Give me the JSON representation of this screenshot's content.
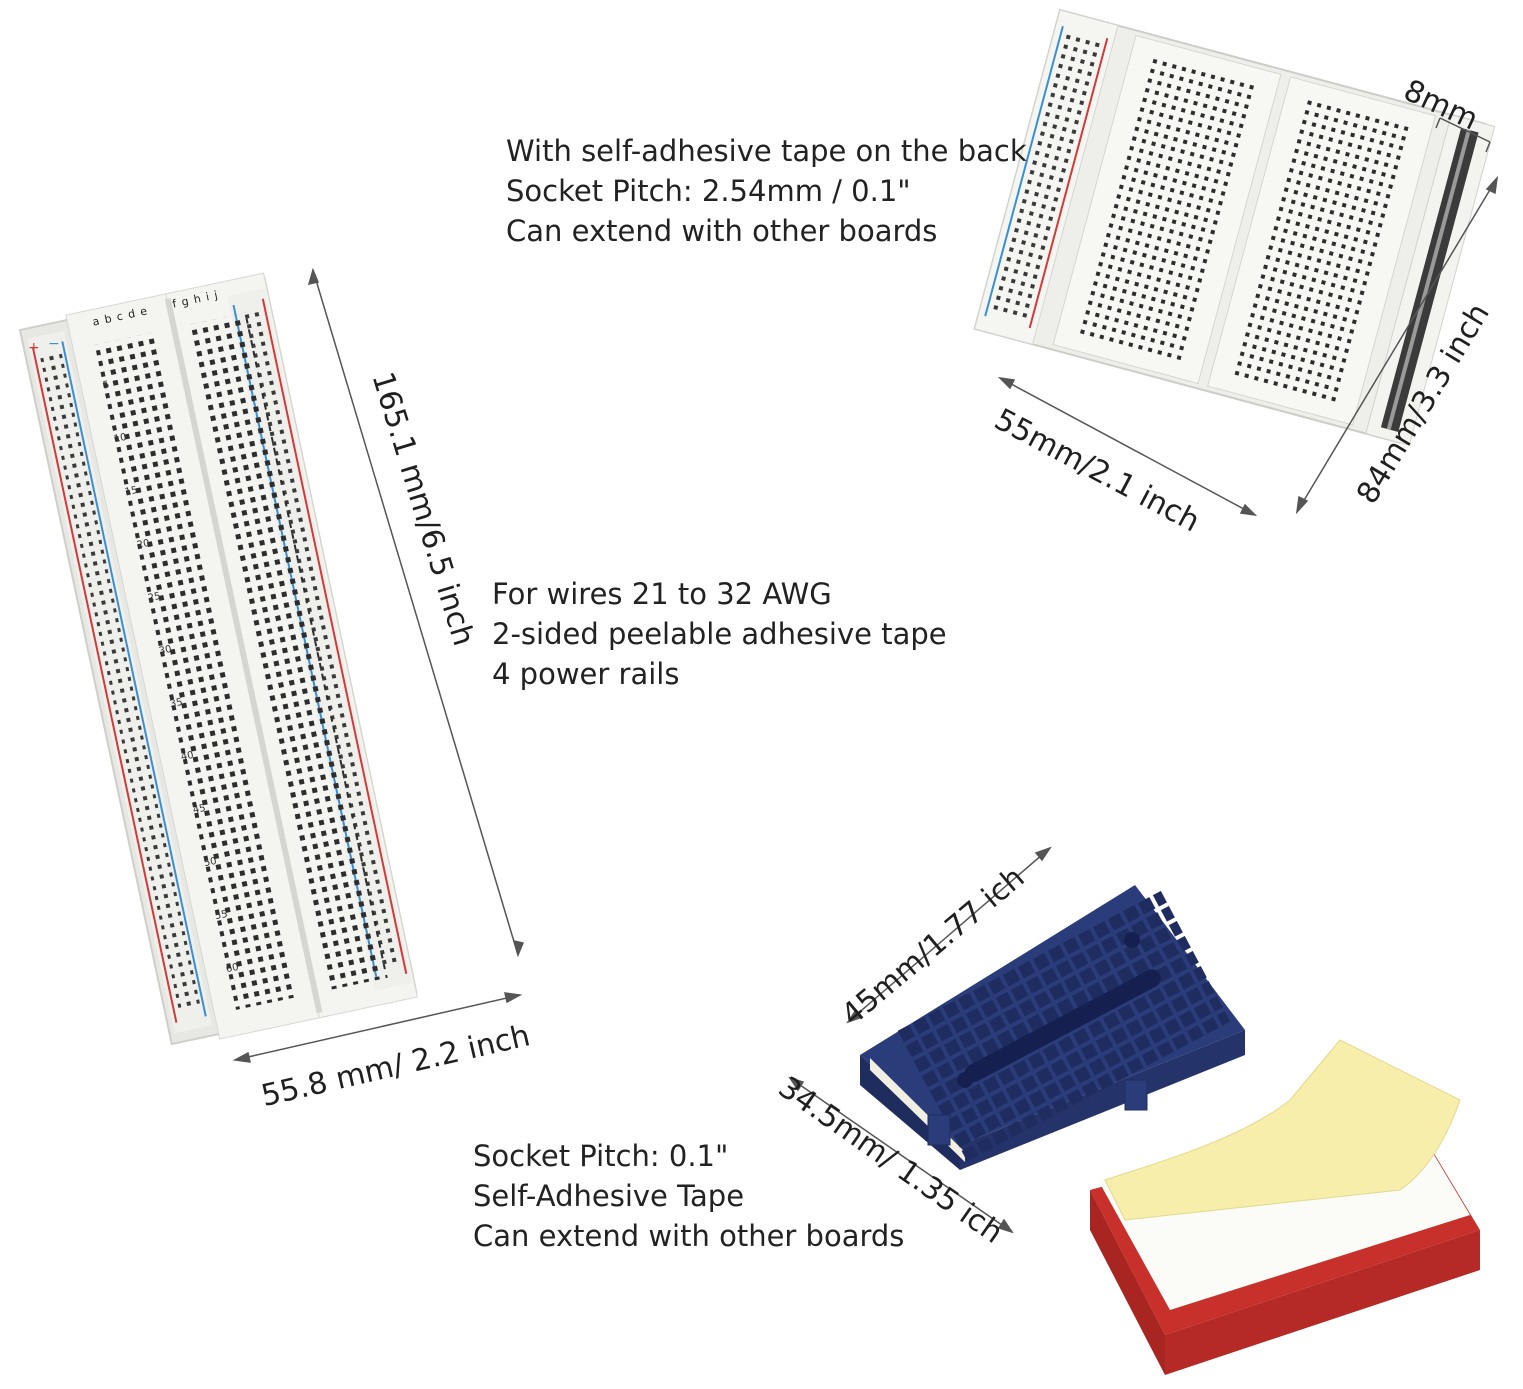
{
  "features": {
    "half_board": [
      "With self-adhesive tape on the back",
      "Socket Pitch: 2.54mm / 0.1\"",
      "Can extend with other boards"
    ],
    "full_board": [
      "For wires 21 to 32 AWG",
      "2-sided peelable adhesive tape",
      "4 power rails"
    ],
    "mini_board": [
      "Socket Pitch: 0.1\"",
      "Self-Adhesive Tape",
      "Can extend with other boards"
    ]
  },
  "dimensions": {
    "full_length": "165.1 mm/6.5 inch",
    "full_width": "55.8 mm/ 2.2 inch",
    "half_gap": "8mm",
    "half_width": "55mm/2.1 inch",
    "half_length": "84mm/3.3 inch",
    "mini_length": "45mm/1.77 ich",
    "mini_width": "34.5mm/ 1.35 ich"
  },
  "board_labels": {
    "columns_left": "a b c d e",
    "columns_right": "f g h i j",
    "rail_plus": "+",
    "rail_minus": "−",
    "full_row_numbers": [
      "5",
      "10",
      "15",
      "20",
      "25",
      "30",
      "35",
      "40",
      "45",
      "50",
      "55",
      "60"
    ]
  },
  "colors": {
    "board_white": "#f2f2ef",
    "rail_red": "#d23a3a",
    "rail_blue": "#3a8fd2",
    "mini_blue": "#2b3c7a",
    "mini_red": "#c8302c",
    "tape_yellow": "#f6eeaa"
  }
}
